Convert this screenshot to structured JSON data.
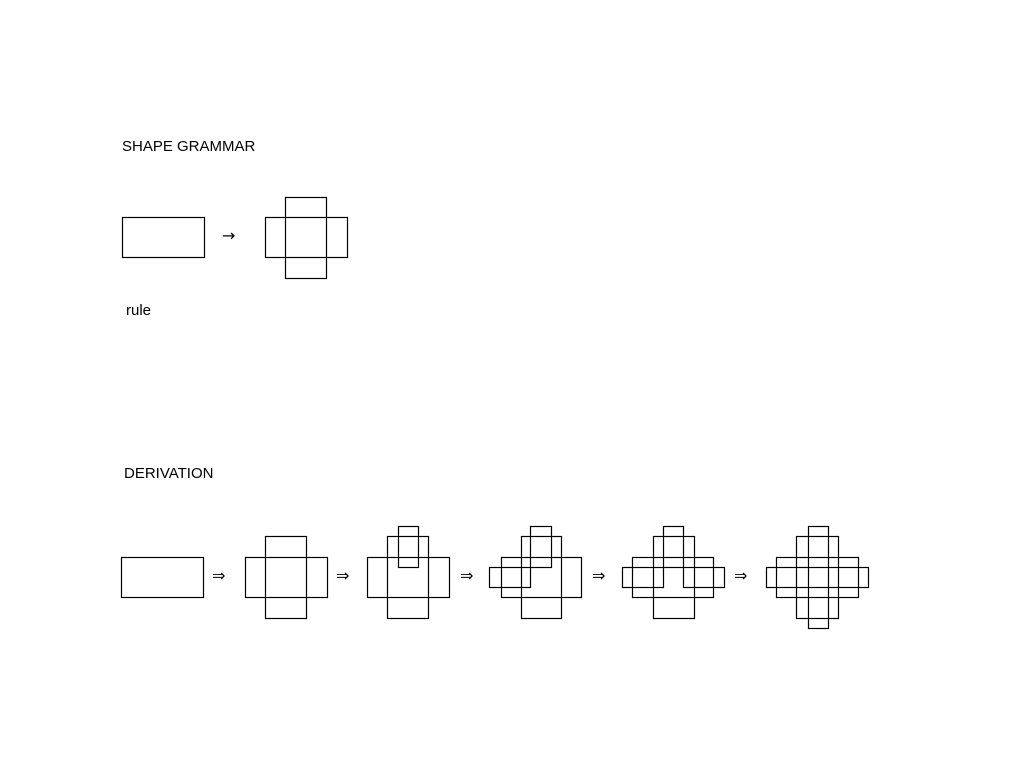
{
  "title": "SHAPE GRAMMAR",
  "rule_caption": "rule",
  "derivation_title": "DERIVATION",
  "rule_arrow": "→",
  "derivation_arrow": "⇒",
  "stroke_color": "#000000",
  "derivation_steps": 6
}
